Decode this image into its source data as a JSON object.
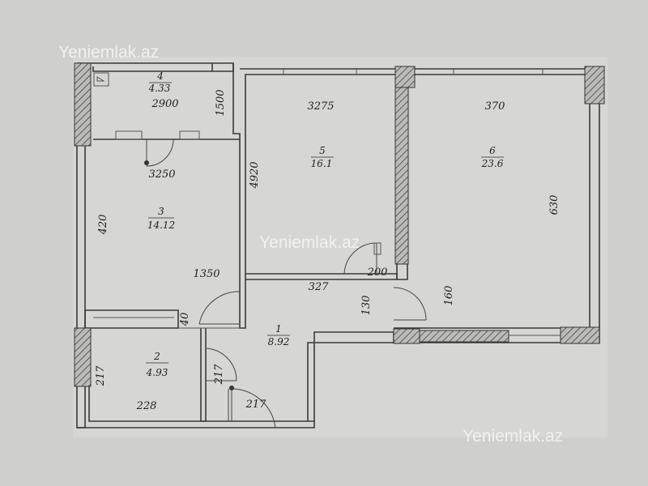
{
  "watermarks": [
    "Yeniemlak.az",
    "Yeniemlak.az",
    "Yeniemlak.az"
  ],
  "rooms": [
    {
      "number": "1",
      "area": "8.92"
    },
    {
      "number": "2",
      "area": "4.93"
    },
    {
      "number": "3",
      "area": "14.12"
    },
    {
      "number": "4",
      "area": "4.33"
    },
    {
      "number": "5",
      "area": "16.1"
    },
    {
      "number": "6",
      "area": "23.6"
    }
  ],
  "dimensions": [
    "2900",
    "1500",
    "3275",
    "370",
    "3250",
    "4920",
    "420",
    "630",
    "1350",
    "200",
    "327",
    "130",
    "160",
    "40",
    "217",
    "217",
    "228",
    "217"
  ]
}
